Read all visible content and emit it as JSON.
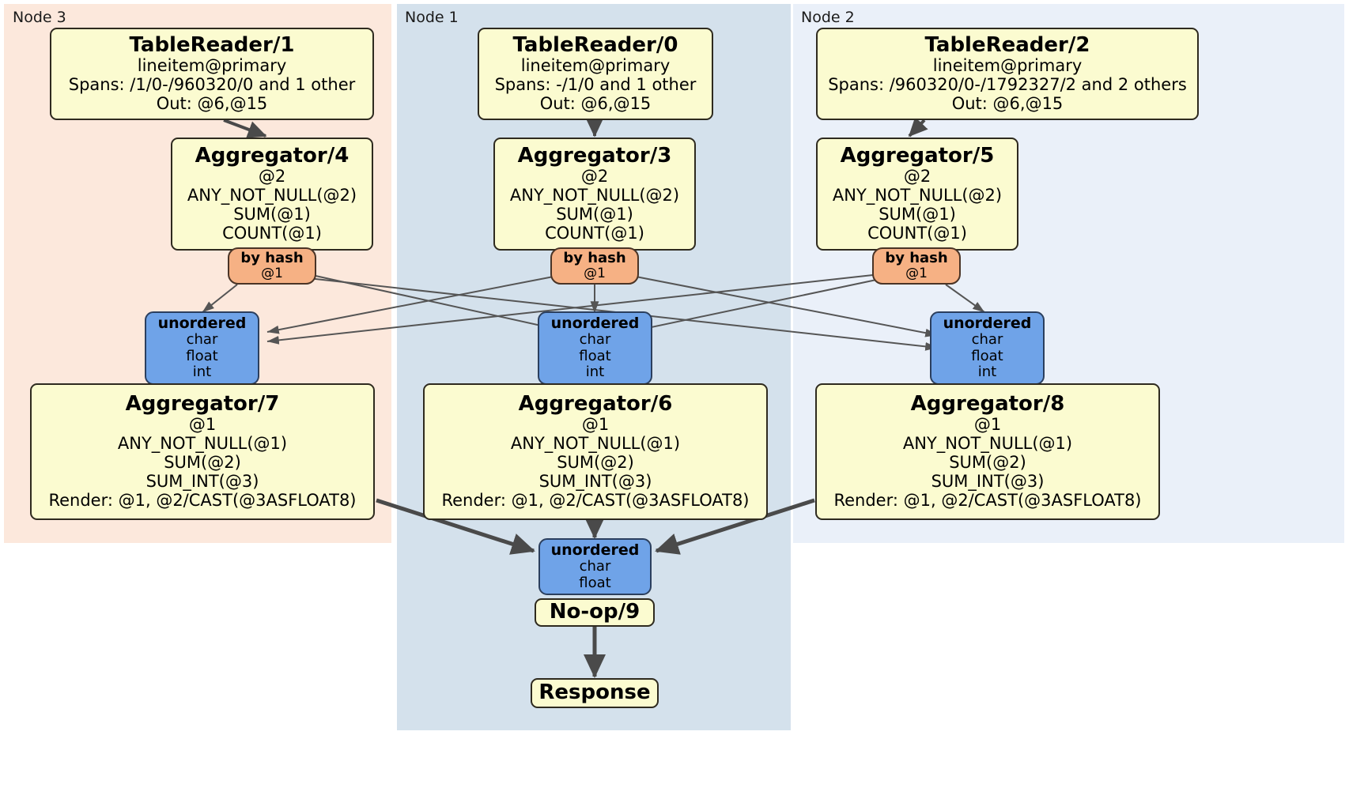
{
  "diagram": {
    "type": "distributed-query-plan",
    "panels": [
      {
        "id": "node3",
        "label": "Node 3",
        "color": "#fce8dc"
      },
      {
        "id": "node1",
        "label": "Node 1",
        "color": "#d4e1ec"
      },
      {
        "id": "node2",
        "label": "Node 2",
        "color": "#eaf0f9"
      }
    ]
  },
  "node3": {
    "reader": {
      "title": "TableReader/1",
      "lines": [
        "lineitem@primary",
        "Spans: /1/0-/960320/0 and 1 other",
        "Out: @6,@15"
      ]
    },
    "agg_local": {
      "title": "Aggregator/4",
      "lines": [
        "@2",
        "ANY_NOT_NULL(@2)",
        "SUM(@1)",
        "COUNT(@1)"
      ]
    },
    "router": {
      "title": "by hash",
      "lines": [
        "@1"
      ]
    },
    "receiver": {
      "title": "unordered",
      "lines": [
        "char",
        "float",
        "int"
      ]
    },
    "agg_final": {
      "title": "Aggregator/7",
      "lines": [
        "@1",
        "ANY_NOT_NULL(@1)",
        "SUM(@2)",
        "SUM_INT(@3)",
        "Render: @1, @2/CAST(@3ASFLOAT8)"
      ]
    }
  },
  "node1": {
    "reader": {
      "title": "TableReader/0",
      "lines": [
        "lineitem@primary",
        "Spans: -/1/0 and 1 other",
        "Out: @6,@15"
      ]
    },
    "agg_local": {
      "title": "Aggregator/3",
      "lines": [
        "@2",
        "ANY_NOT_NULL(@2)",
        "SUM(@1)",
        "COUNT(@1)"
      ]
    },
    "router": {
      "title": "by hash",
      "lines": [
        "@1"
      ]
    },
    "receiver": {
      "title": "unordered",
      "lines": [
        "char",
        "float",
        "int"
      ]
    },
    "agg_final": {
      "title": "Aggregator/6",
      "lines": [
        "@1",
        "ANY_NOT_NULL(@1)",
        "SUM(@2)",
        "SUM_INT(@3)",
        "Render: @1, @2/CAST(@3ASFLOAT8)"
      ]
    },
    "final_receiver": {
      "title": "unordered",
      "lines": [
        "char",
        "float"
      ]
    },
    "noop": {
      "title": "No-op/9"
    },
    "response": {
      "title": "Response"
    }
  },
  "node2": {
    "reader": {
      "title": "TableReader/2",
      "lines": [
        "lineitem@primary",
        "Spans: /960320/0-/1792327/2 and 2 others",
        "Out: @6,@15"
      ]
    },
    "agg_local": {
      "title": "Aggregator/5",
      "lines": [
        "@2",
        "ANY_NOT_NULL(@2)",
        "SUM(@1)",
        "COUNT(@1)"
      ]
    },
    "router": {
      "title": "by hash",
      "lines": [
        "@1"
      ]
    },
    "receiver": {
      "title": "unordered",
      "lines": [
        "char",
        "float",
        "int"
      ]
    },
    "agg_final": {
      "title": "Aggregator/8",
      "lines": [
        "@1",
        "ANY_NOT_NULL(@1)",
        "SUM(@2)",
        "SUM_INT(@3)",
        "Render: @1, @2/CAST(@3ASFLOAT8)"
      ]
    }
  }
}
